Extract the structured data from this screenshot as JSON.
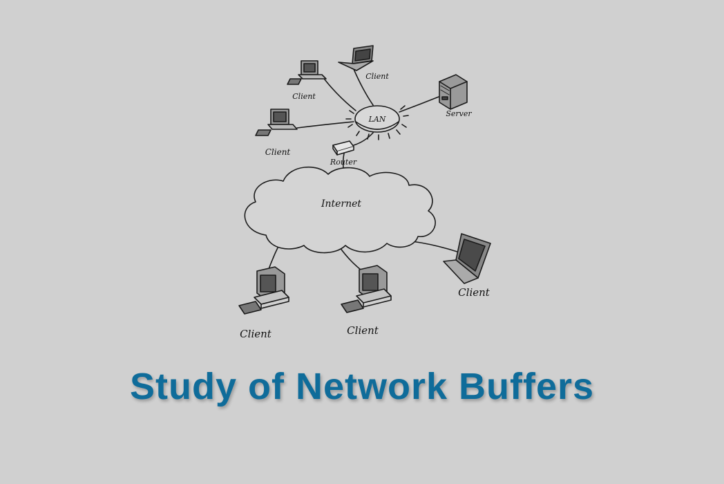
{
  "colors": {
    "background": "#d0d0d0",
    "title": "#0f6c9a",
    "ink": "#111111"
  },
  "diagram": {
    "labels": {
      "lan": "LAN",
      "internet": "Internet",
      "router": "Router",
      "server": "Server",
      "client_top_left": "Client",
      "client_top_right": "Client",
      "client_mid_left": "Client",
      "client_bottom_left": "Client",
      "client_bottom_mid": "Client",
      "client_bottom_right": "Client"
    }
  },
  "title": "Study of Network Buffers"
}
